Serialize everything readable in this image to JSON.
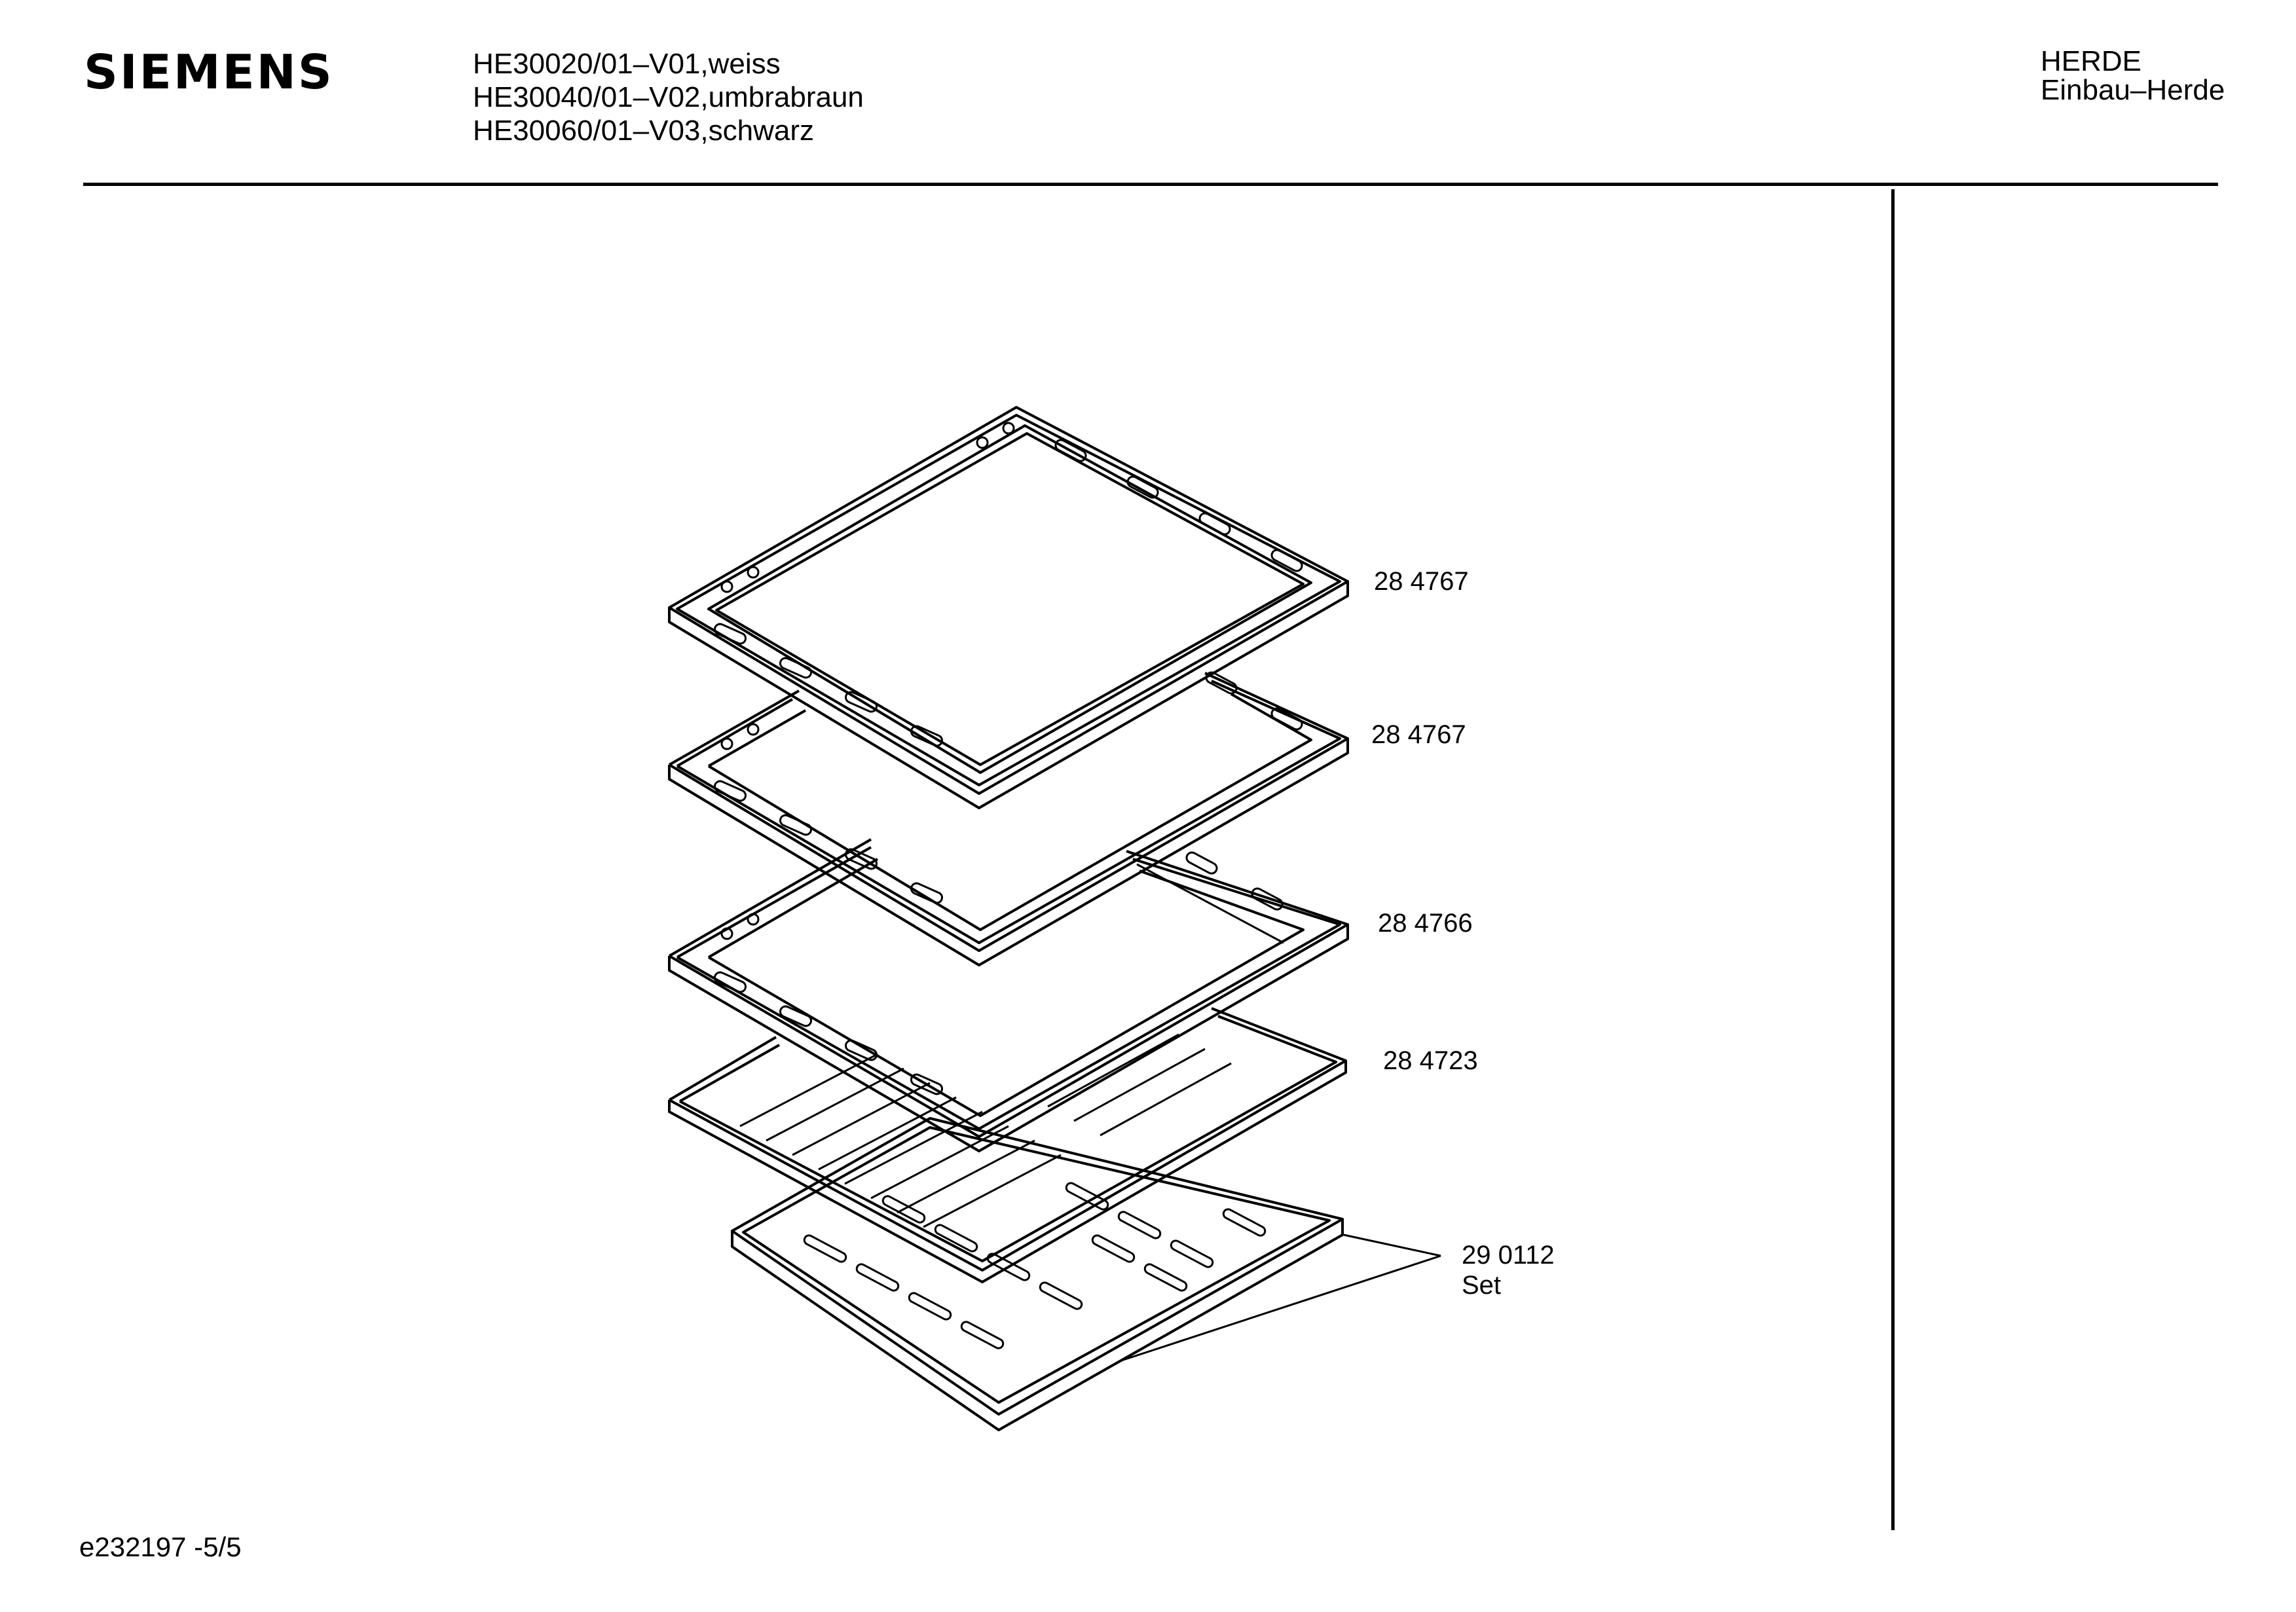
{
  "header": {
    "brand": "SIEMENS",
    "models": [
      "HE30020/01–V01,weiss",
      "HE30040/01–V02,umbrabraun",
      "HE30060/01–V03,schwarz"
    ],
    "category_line1": "HERDE",
    "category_line2": "Einbau–Herde"
  },
  "parts": [
    {
      "number": "28 4767"
    },
    {
      "number": "28 4767"
    },
    {
      "number": "28 4766"
    },
    {
      "number": "28 4723"
    },
    {
      "number": "29 0112",
      "note": "Set"
    }
  ],
  "footer": {
    "code": "e232197 -5/5"
  }
}
